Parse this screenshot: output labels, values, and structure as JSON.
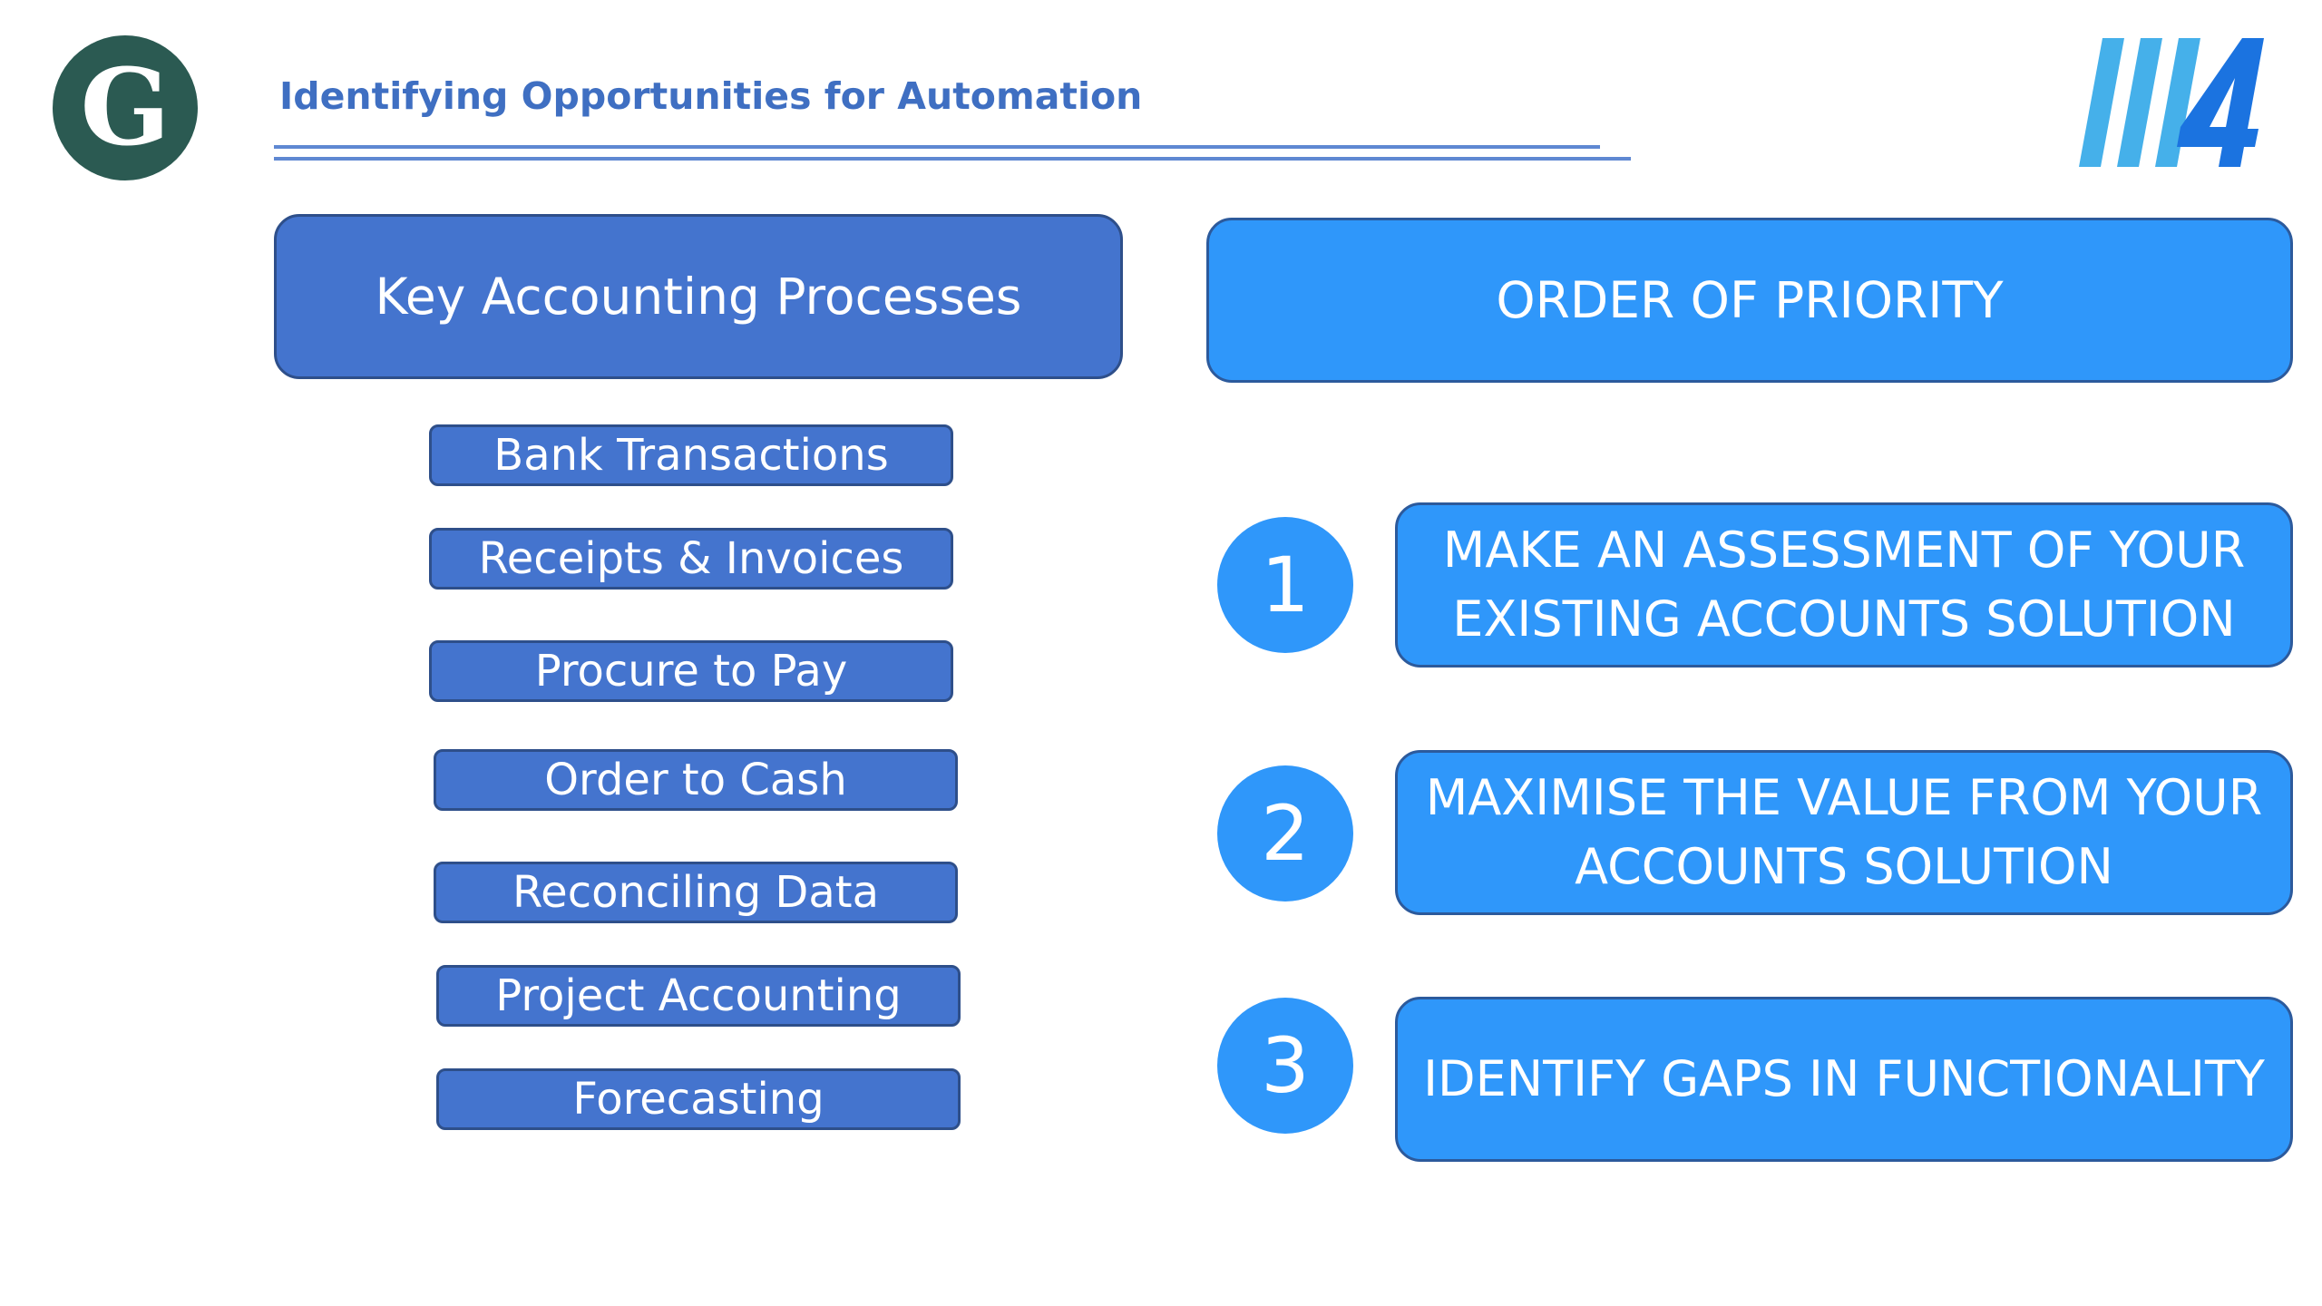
{
  "header": {
    "logo_letter": "G",
    "title": "Identifying Opportunities for Automation"
  },
  "left_panel": {
    "heading": "Key Accounting Processes",
    "processes": [
      "Bank Transactions",
      "Receipts & Invoices",
      "Procure to Pay",
      "Order to Cash",
      "Reconciling Data",
      "Project Accounting",
      "Forecasting"
    ]
  },
  "right_panel": {
    "heading": "ORDER OF PRIORITY",
    "priorities": [
      {
        "number": "1",
        "text": "MAKE AN ASSESSMENT OF YOUR EXISTING ACCOUNTS SOLUTION"
      },
      {
        "number": "2",
        "text": "MAXIMISE THE VALUE FROM YOUR ACCOUNTS SOLUTION"
      },
      {
        "number": "3",
        "text": "IDENTIFY GAPS IN FUNCTIONALITY"
      }
    ]
  },
  "colors": {
    "dark_blue": "#4474ce",
    "bright_blue": "#2f97fa",
    "title_blue": "#3f6fc2",
    "logo_green": "#2b5a52"
  },
  "icons": {
    "left_logo": "g-logo-icon",
    "right_logo": "m4-logo-icon"
  }
}
